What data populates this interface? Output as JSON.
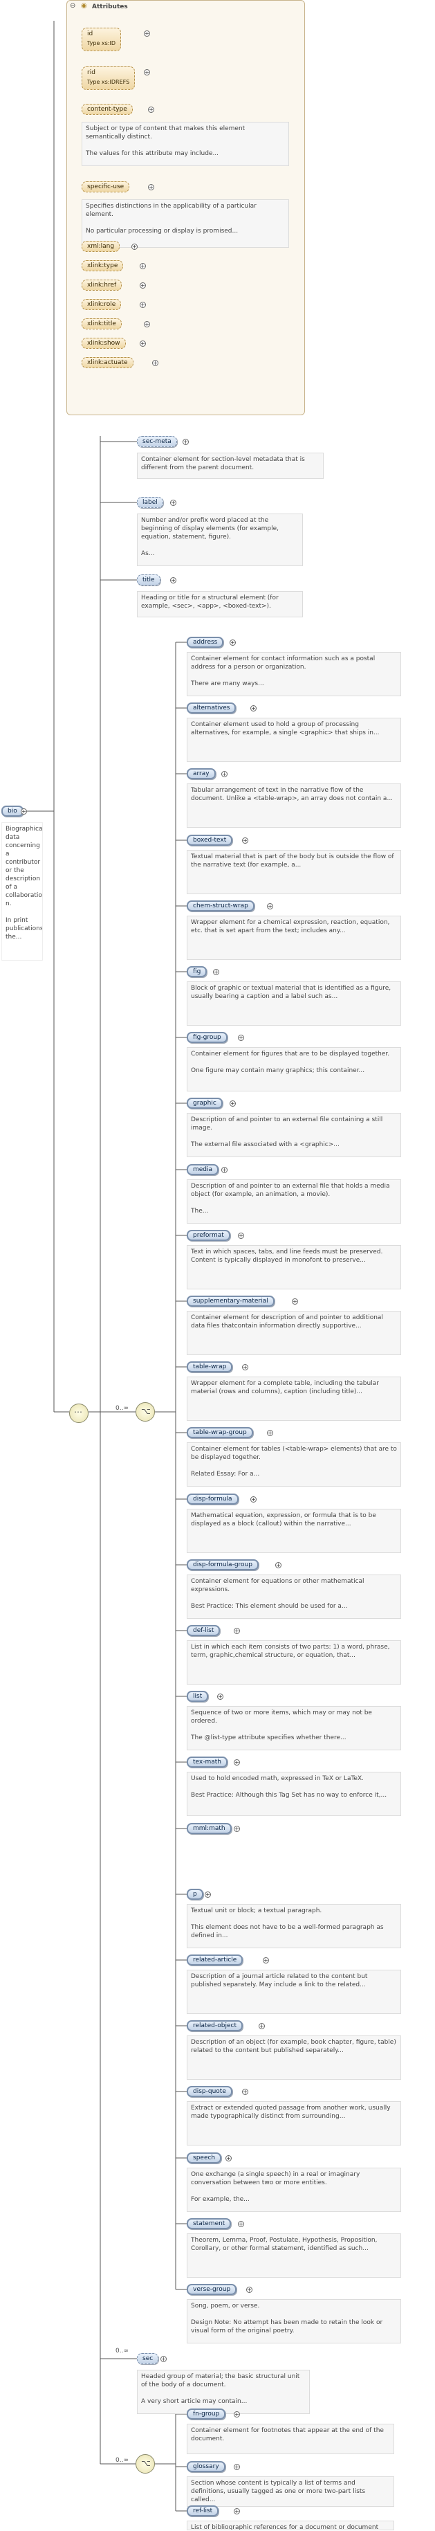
{
  "root": {
    "label": "bio",
    "doc": "Biographical\ndata\nconcerning\na\ncontributor\nor the\ndescription\nof a\ncollaboratio\nn.\n\nIn print\npublications,\nthe..."
  },
  "attributes": {
    "title": "Attributes",
    "items": [
      {
        "name": "id",
        "type": "xs:ID",
        "type_label": "Type"
      },
      {
        "name": "rid",
        "type": "xs:IDREFS",
        "type_label": "Type"
      },
      {
        "name": "content-type",
        "doc": "Subject or type of content that makes this element semantically distinct.\n\nThe values for this attribute may include..."
      },
      {
        "name": "specific-use",
        "doc": "Specifies distinctions in the applicability of a particular element.\n\nNo particular processing or display is promised..."
      },
      {
        "name": "xml:lang"
      },
      {
        "name": "xlink:type"
      },
      {
        "name": "xlink:href"
      },
      {
        "name": "xlink:role"
      },
      {
        "name": "xlink:title"
      },
      {
        "name": "xlink:show"
      },
      {
        "name": "xlink:actuate"
      }
    ]
  },
  "top_elements": [
    {
      "name": "sec-meta",
      "doc": "Container element for section-level metadata that is different from the parent document."
    },
    {
      "name": "label",
      "doc": "Number and/or prefix word placed at the beginning of display elements (for example, equation, statement, figure).\n\nAs..."
    },
    {
      "name": "title",
      "doc": "Heading or title for a structural element (for example, <sec>, <app>, <boxed-text>)."
    }
  ],
  "choice1": {
    "cardinality": "0..∞",
    "items": [
      {
        "name": "address",
        "doc": "Container element for contact information such as a postal address for a person or organization.\n\nThere are many ways..."
      },
      {
        "name": "alternatives",
        "doc": "Container element used to hold a group of processing alternatives, for example, a single <graphic> that ships in..."
      },
      {
        "name": "array",
        "doc": "Tabular arrangement of text in the narrative flow of the document. Unlike a <table-wrap>, an array does not contain a..."
      },
      {
        "name": "boxed-text",
        "doc": "Textual material that is part of the body but is outside the flow of the narrative text (for example, a..."
      },
      {
        "name": "chem-struct-wrap",
        "doc": "Wrapper element for a chemical expression, reaction, equation, etc. that is set apart from the text; includes any..."
      },
      {
        "name": "fig",
        "doc": "Block of graphic or textual material that is identified as a figure, usually bearing a caption and a label such as..."
      },
      {
        "name": "fig-group",
        "doc": "Container element for figures that are to be displayed together.\n\nOne figure may contain many graphics; this container..."
      },
      {
        "name": "graphic",
        "doc": "Description of and pointer to an external file containing a still image.\n\nThe external file associated with a <graphic>..."
      },
      {
        "name": "media",
        "doc": "Description of and pointer to an external file that holds a media object (for example, an animation, a movie).\n\nThe..."
      },
      {
        "name": "preformat",
        "doc": "Text in which spaces, tabs, and line feeds must be preserved. Content is typically displayed in monofont to preserve..."
      },
      {
        "name": "supplementary-material",
        "doc": "Container element for description of and pointer to additional data files thatcontain information directly supportive..."
      },
      {
        "name": "table-wrap",
        "doc": "Wrapper element for a complete table, including the tabular material (rows and columns), caption (including title)..."
      },
      {
        "name": "table-wrap-group",
        "doc": "Container element for tables (<table-wrap> elements) that are to be displayed together.\n\nRelated Essay: For a..."
      },
      {
        "name": "disp-formula",
        "doc": "Mathematical equation, expression, or formula that is to be displayed as a block (callout) within the narrative..."
      },
      {
        "name": "disp-formula-group",
        "doc": "Container element for equations or other mathematical expressions.\n\nBest Practice: This element should be used for a..."
      },
      {
        "name": "def-list",
        "doc": "List in which each item consists of two parts: 1) a word, phrase, term, graphic,chemical structure, or equation, that..."
      },
      {
        "name": "list",
        "doc": "Sequence of two or more items, which may or may not be ordered.\n\nThe @list-type attribute specifies whether there..."
      },
      {
        "name": "tex-math",
        "doc": "Used to hold encoded math, expressed in TeX or LaTeX.\n\nBest Practice: Although this Tag Set has no way to enforce it,..."
      },
      {
        "name": "mml:math",
        "doc": ""
      },
      {
        "name": "p",
        "doc": "Textual unit or block; a textual paragraph.\n\nThis element does not have to be a well-formed paragraph as defined in..."
      },
      {
        "name": "related-article",
        "doc": "Description of a journal article related to the content but published separately. May include a link to the related..."
      },
      {
        "name": "related-object",
        "doc": "Description of an object (for example, book chapter, figure, table) related to the content but published separately..."
      },
      {
        "name": "disp-quote",
        "doc": "Extract or extended quoted passage from another work, usually made typographically distinct from surrounding..."
      },
      {
        "name": "speech",
        "doc": "One exchange (a single speech) in a real or imaginary conversation between two or more entities.\n\nFor example, the..."
      },
      {
        "name": "statement",
        "doc": "Theorem, Lemma, Proof, Postulate, Hypothesis, Proposition, Corollary, or other formal statement, identified as such..."
      },
      {
        "name": "verse-group",
        "doc": "Song, poem, or verse.\n\nDesign Note: No attempt has been made to retain the look or visual form of the original poetry."
      }
    ]
  },
  "sec": {
    "name": "sec",
    "cardinality": "0..∞",
    "doc": "Headed group of material; the basic structural unit of the body of a document.\n\nA very short article may contain..."
  },
  "choice2": {
    "cardinality": "0..∞",
    "items": [
      {
        "name": "fn-group",
        "doc": "Container element for footnotes that appear at the end of the document."
      },
      {
        "name": "glossary",
        "doc": "Section whose content is typically a list of terms and definitions, usually tagged as one or more two-part lists called..."
      },
      {
        "name": "ref-list",
        "doc": "List of bibliographic references for a document or document component.\n\nThis Tag Set makes no distinction between lists..."
      }
    ]
  }
}
